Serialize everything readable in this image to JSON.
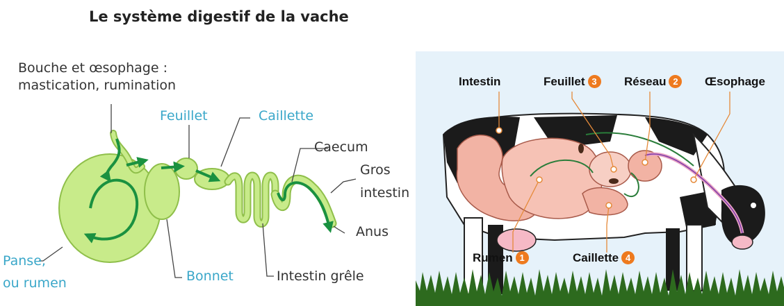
{
  "left_diagram": {
    "title": "Le système digestif de la vache",
    "labels": {
      "mouth_line1": "Bouche et œsophage :",
      "mouth_line2": "mastication, rumination",
      "feuillet": "Feuillet",
      "caillette": "Caillette",
      "caecum": "Caecum",
      "gros_line1": "Gros",
      "gros_line2": "intestin",
      "anus": "Anus",
      "panse_line1": "Panse,",
      "panse_line2": "ou rumen",
      "bonnet": "Bonnet",
      "intestin_grele": "Intestin grêle"
    },
    "colors": {
      "organ_fill": "#c8eb8a",
      "organ_stroke": "#8fbf4a",
      "arrow": "#1a9140",
      "blue_label": "#3aa7c9"
    }
  },
  "right_diagram": {
    "labels": {
      "intestin": "Intestin",
      "feuillet": "Feuillet",
      "reseau": "Réseau",
      "oesophage": "Œsophage",
      "rumen": "Rumen",
      "caillette": "Caillette"
    },
    "badges": {
      "rumen": "1",
      "reseau": "2",
      "feuillet": "3",
      "caillette": "4"
    },
    "colors": {
      "badge": "#ee7a1e",
      "sky": "#e6f2fa",
      "grass": "#2d6a1e",
      "organ": "#f2b3a4",
      "leader": "#e58a3a"
    }
  }
}
